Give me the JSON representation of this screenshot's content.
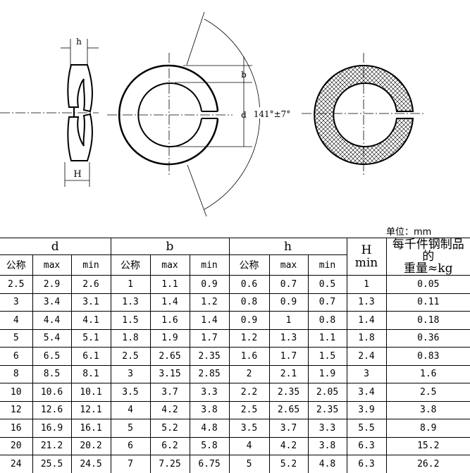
{
  "drawing": {
    "side_view": {
      "label_top": "h",
      "label_bottom": "H"
    },
    "front_view": {
      "label_b": "b",
      "label_d": "d",
      "angle": "141°±7°"
    },
    "section_view": {
      "hatch": "cross-hatch"
    }
  },
  "unit_label": "单位：mm",
  "table": {
    "groups": [
      {
        "label": "d"
      },
      {
        "label": "b"
      },
      {
        "label": "h"
      },
      {
        "label": "H",
        "sublabel": "min"
      },
      {
        "label": "每千件钢制品的",
        "label2": "重量≈kg"
      }
    ],
    "subheaders": [
      "公称",
      "max",
      "min",
      "公称",
      "max",
      "min",
      "公称",
      "max",
      "min"
    ],
    "rows": [
      [
        "2.5",
        "2.9",
        "2.6",
        "1",
        "1.1",
        "0.9",
        "0.6",
        "0.7",
        "0.5",
        "1",
        "0.05"
      ],
      [
        "3",
        "3.4",
        "3.1",
        "1.3",
        "1.4",
        "1.2",
        "0.8",
        "0.9",
        "0.7",
        "1.3",
        "0.11"
      ],
      [
        "4",
        "4.4",
        "4.1",
        "1.5",
        "1.6",
        "1.4",
        "0.9",
        "1",
        "0.8",
        "1.4",
        "0.18"
      ],
      [
        "5",
        "5.4",
        "5.1",
        "1.8",
        "1.9",
        "1.7",
        "1.2",
        "1.3",
        "1.1",
        "1.8",
        "0.36"
      ],
      [
        "6",
        "6.5",
        "6.1",
        "2.5",
        "2.65",
        "2.35",
        "1.6",
        "1.7",
        "1.5",
        "2.4",
        "0.83"
      ],
      [
        "8",
        "8.5",
        "8.1",
        "3",
        "3.15",
        "2.85",
        "2",
        "2.1",
        "1.9",
        "3",
        "1.6"
      ],
      [
        "10",
        "10.6",
        "10.1",
        "3.5",
        "3.7",
        "3.3",
        "2.2",
        "2.35",
        "2.05",
        "3.4",
        "2.5"
      ],
      [
        "12",
        "12.6",
        "12.1",
        "4",
        "4.2",
        "3.8",
        "2.5",
        "2.65",
        "2.35",
        "3.9",
        "3.8"
      ],
      [
        "16",
        "16.9",
        "16.1",
        "5",
        "5.2",
        "4.8",
        "3.5",
        "3.7",
        "3.3",
        "5.5",
        "8.9"
      ],
      [
        "20",
        "21.2",
        "20.2",
        "6",
        "6.2",
        "5.8",
        "4",
        "4.2",
        "3.8",
        "6.3",
        "15.2"
      ],
      [
        "24",
        "25.5",
        "24.5",
        "7",
        "7.25",
        "6.75",
        "5",
        "5.2",
        "4.8",
        "6.3",
        "26.2"
      ]
    ]
  }
}
